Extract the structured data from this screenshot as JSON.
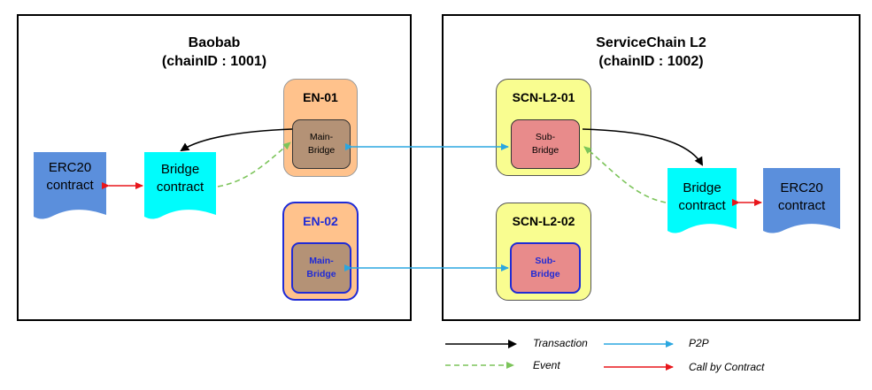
{
  "baobab": {
    "name": "Baobab",
    "chain_id": "(chainID : 1001)"
  },
  "servicechain": {
    "name": "ServiceChain L2",
    "chain_id": "(chainID : 1002)"
  },
  "nodes": {
    "en01": {
      "label": "EN-01",
      "bridge": "Main-\nBridge"
    },
    "en02": {
      "label": "EN-02",
      "bridge": "Main-\nBridge"
    },
    "scn01": {
      "label": "SCN-L2-01",
      "bridge": "Sub-\nBridge"
    },
    "scn02": {
      "label": "SCN-L2-02",
      "bridge": "Sub-\nBridge"
    }
  },
  "left_docs": {
    "erc20": "ERC20\ncontract",
    "bridge": "Bridge\ncontract"
  },
  "right_docs": {
    "erc20": "ERC20\ncontract",
    "bridge": "Bridge\ncontract"
  },
  "legend": {
    "transaction": "Transaction",
    "p2p": "P2P",
    "event": "Event",
    "call": "Call by Contract"
  },
  "colors": {
    "transaction": "#000000",
    "p2p": "#2ba7e0",
    "event": "#7cc45a",
    "call": "#e8161b",
    "doc_blue": "#5b8fdc",
    "doc_cyan": "#00fcfc",
    "node_orange": "#ffc28c",
    "node_yellow": "#f9fd90",
    "highlight": "#1f2bd6"
  }
}
